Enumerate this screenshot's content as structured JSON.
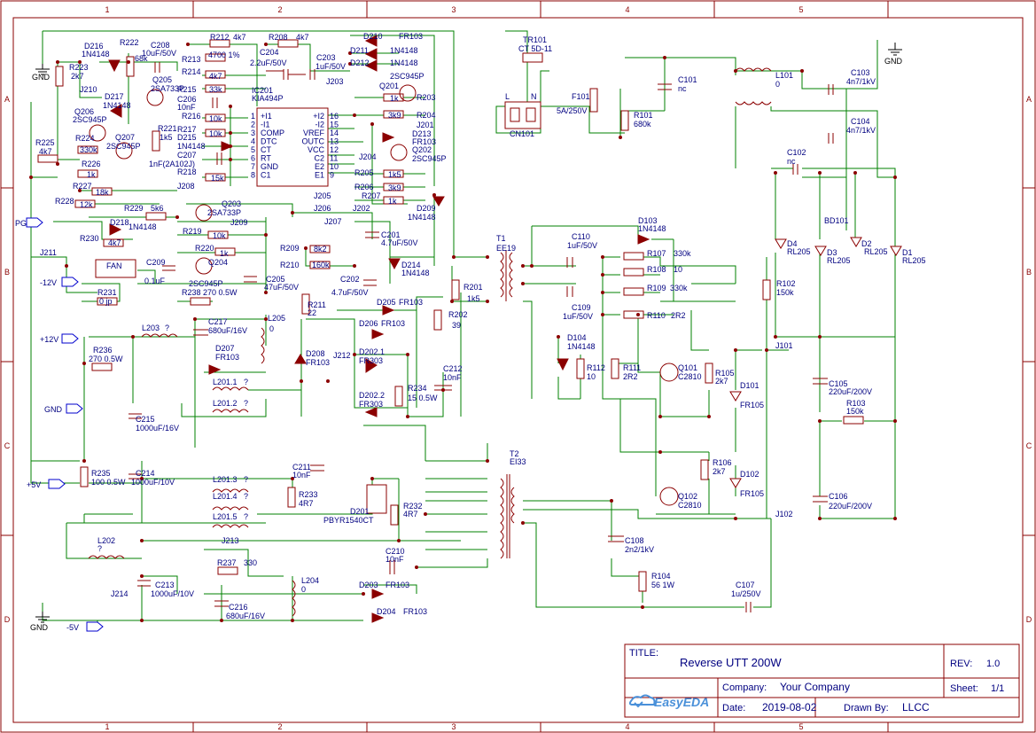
{
  "title_block": {
    "title_label": "TITLE:",
    "title": "Reverse UTT 200W",
    "rev_label": "REV:",
    "rev": "1.0",
    "company_label": "Company:",
    "company": "Your Company",
    "sheet_label": "Sheet:",
    "sheet": "1/1",
    "date_label": "Date:",
    "date": "2019-08-02",
    "drawn_label": "Drawn By:",
    "drawn_by": "LLCC",
    "logo_text": "EasyEDA"
  },
  "grid": {
    "cols": [
      "1",
      "2",
      "3",
      "4",
      "5"
    ],
    "rows": [
      "A",
      "B",
      "C",
      "D"
    ]
  },
  "ports": {
    "pg": "PG",
    "m12": "-12V",
    "p12": "+12V",
    "gnd": "GND",
    "p5": "+5V",
    "m5": "-5V",
    "gnd_top": "GND",
    "gnd_bottom": "GND",
    "gnd_right": "GND"
  },
  "ic": {
    "ref": "IC201",
    "part": "KIA494P",
    "pins_left": [
      "+I1",
      "-I1",
      "COMP",
      "DTC",
      "CT",
      "RT",
      "GND",
      "C1"
    ],
    "nums_left": [
      "1",
      "2",
      "3",
      "4",
      "5",
      "6",
      "7",
      "8"
    ],
    "pins_right": [
      "+I2",
      "-I2",
      "VREF",
      "OUTC",
      "VCC",
      "C2",
      "E2",
      "E1"
    ],
    "nums_right": [
      "16",
      "15",
      "14",
      "13",
      "12",
      "11",
      "10",
      "9"
    ]
  },
  "labels": [
    {
      "k": "d216",
      "text": "D216"
    },
    {
      "k": "d216v",
      "text": "1N4148"
    },
    {
      "k": "r222",
      "text": "R222"
    },
    {
      "k": "r222v",
      "text": "68k"
    },
    {
      "k": "c208",
      "text": "C208"
    },
    {
      "k": "c208v",
      "text": "10uF/50V"
    },
    {
      "k": "r212",
      "text": "R212"
    },
    {
      "k": "r212v",
      "text": "4k7"
    },
    {
      "k": "r208",
      "text": "R208"
    },
    {
      "k": "r208v",
      "text": "4k7"
    },
    {
      "k": "d210",
      "text": "D210"
    },
    {
      "k": "d210v",
      "text": "FR103"
    },
    {
      "k": "r213",
      "text": "R213"
    },
    {
      "k": "r213v",
      "text": "4700 1%"
    },
    {
      "k": "c204",
      "text": "C204"
    },
    {
      "k": "c204v",
      "text": "2.2uF/50V"
    },
    {
      "k": "c203",
      "text": "C203"
    },
    {
      "k": "c203v",
      "text": "1uF/50V"
    },
    {
      "k": "d211",
      "text": "D211"
    },
    {
      "k": "d211v",
      "text": "1N4148"
    },
    {
      "k": "d212",
      "text": "D212"
    },
    {
      "k": "d212v",
      "text": "1N4148"
    },
    {
      "k": "r223",
      "text": "R223"
    },
    {
      "k": "r223v",
      "text": "2k7"
    },
    {
      "k": "r214",
      "text": "R214"
    },
    {
      "k": "r214v",
      "text": "4k7"
    },
    {
      "k": "j210",
      "text": "J210"
    },
    {
      "k": "q205",
      "text": "Q205"
    },
    {
      "k": "q205v",
      "text": "2SA733P"
    },
    {
      "k": "r215",
      "text": "R215"
    },
    {
      "k": "r215v",
      "text": "33k"
    },
    {
      "k": "j203",
      "text": "J203"
    },
    {
      "k": "q201",
      "text": "Q201"
    },
    {
      "k": "q201v",
      "text": "2SC945P"
    },
    {
      "k": "r203",
      "text": "R203"
    },
    {
      "k": "r203v",
      "text": "1k"
    },
    {
      "k": "d217",
      "text": "D217"
    },
    {
      "k": "d217v",
      "text": "1N4148"
    },
    {
      "k": "c206",
      "text": "C206"
    },
    {
      "k": "c206v",
      "text": "10nF"
    },
    {
      "k": "r216",
      "text": "R216"
    },
    {
      "k": "r216v",
      "text": "10k"
    },
    {
      "k": "r204",
      "text": "R204"
    },
    {
      "k": "r204v",
      "text": "3k9"
    },
    {
      "k": "q206",
      "text": "Q206"
    },
    {
      "k": "q206v",
      "text": "2SC945P"
    },
    {
      "k": "j201",
      "text": "J201"
    },
    {
      "k": "r221",
      "text": "R221"
    },
    {
      "k": "r221v",
      "text": "1k5"
    },
    {
      "k": "r217",
      "text": "R217"
    },
    {
      "k": "r217v",
      "text": "10k"
    },
    {
      "k": "d213",
      "text": "D213"
    },
    {
      "k": "d213v",
      "text": "FR103"
    },
    {
      "k": "r224",
      "text": "R224"
    },
    {
      "k": "r224v",
      "text": "330k"
    },
    {
      "k": "q207",
      "text": "Q207"
    },
    {
      "k": "q207v",
      "text": "2SC945P"
    },
    {
      "k": "d215",
      "text": "D215"
    },
    {
      "k": "d215v",
      "text": "1N4148"
    },
    {
      "k": "r225",
      "text": "R225"
    },
    {
      "k": "r225v",
      "text": "4k7"
    },
    {
      "k": "c207",
      "text": "C207"
    },
    {
      "k": "c207v",
      "text": "1nF(2A102J)"
    },
    {
      "k": "j204",
      "text": "J204"
    },
    {
      "k": "q202",
      "text": "Q202"
    },
    {
      "k": "q202v",
      "text": "2SC945P"
    },
    {
      "k": "r226",
      "text": "R226"
    },
    {
      "k": "r226v",
      "text": "1k"
    },
    {
      "k": "r218",
      "text": "R218"
    },
    {
      "k": "r218v",
      "text": "15k"
    },
    {
      "k": "r205",
      "text": "R205"
    },
    {
      "k": "r205v",
      "text": "1k5"
    },
    {
      "k": "r206",
      "text": "R206"
    },
    {
      "k": "r206v",
      "text": "3k9"
    },
    {
      "k": "r227",
      "text": "R227"
    },
    {
      "k": "r227v",
      "text": "18k"
    },
    {
      "k": "j208",
      "text": "J208"
    },
    {
      "k": "j205",
      "text": "J205"
    },
    {
      "k": "r207",
      "text": "R207"
    },
    {
      "k": "r207v",
      "text": "1k"
    },
    {
      "k": "r228",
      "text": "R228"
    },
    {
      "k": "r228v",
      "text": "12k"
    },
    {
      "k": "q203",
      "text": "Q203"
    },
    {
      "k": "q203v",
      "text": "2SA733P"
    },
    {
      "k": "j206",
      "text": "J206"
    },
    {
      "k": "j202",
      "text": "J202"
    },
    {
      "k": "d209",
      "text": "D209"
    },
    {
      "k": "d209v",
      "text": "1N4148"
    },
    {
      "k": "r229",
      "text": "R229"
    },
    {
      "k": "r229v",
      "text": "5k6"
    },
    {
      "k": "d218",
      "text": "D218"
    },
    {
      "k": "d218v",
      "text": "1N4148"
    },
    {
      "k": "j209",
      "text": "J209"
    },
    {
      "k": "j207",
      "text": "J207"
    },
    {
      "k": "r219",
      "text": "R219"
    },
    {
      "k": "r219v",
      "text": "10k"
    },
    {
      "k": "r230",
      "text": "R230"
    },
    {
      "k": "r230v",
      "text": "4k7"
    },
    {
      "k": "c201",
      "text": "C201"
    },
    {
      "k": "c201v",
      "text": "4.7uF/50V"
    },
    {
      "k": "r209",
      "text": "R209"
    },
    {
      "k": "r209v",
      "text": "8k2"
    },
    {
      "k": "j211",
      "text": "J211"
    },
    {
      "k": "r220",
      "text": "R220"
    },
    {
      "k": "r220v",
      "text": "1k"
    },
    {
      "k": "fan",
      "text": "FAN"
    },
    {
      "k": "c209",
      "text": "C209"
    },
    {
      "k": "c209v",
      "text": "0.1uF"
    },
    {
      "k": "q204",
      "text": "Q204"
    },
    {
      "k": "q204v",
      "text": "2SC945P"
    },
    {
      "k": "r210",
      "text": "R210"
    },
    {
      "k": "r210v",
      "text": "160k"
    },
    {
      "k": "d214",
      "text": "D214"
    },
    {
      "k": "d214v",
      "text": "1N4148"
    },
    {
      "k": "c205",
      "text": "C205"
    },
    {
      "k": "c205v",
      "text": "47uF/50V"
    },
    {
      "k": "c202",
      "text": "C202"
    },
    {
      "k": "c202v",
      "text": "4.7uF/50V"
    },
    {
      "k": "r231",
      "text": "R231"
    },
    {
      "k": "r231v",
      "text": "0 jp"
    },
    {
      "k": "r238",
      "text": "R238 270 0.5W"
    },
    {
      "k": "r211",
      "text": "R211"
    },
    {
      "k": "r211v",
      "text": "22"
    },
    {
      "k": "d205",
      "text": "D205"
    },
    {
      "k": "d205v",
      "text": "FR103"
    },
    {
      "k": "r202",
      "text": "R202"
    },
    {
      "k": "r202v",
      "text": "39"
    },
    {
      "k": "r201",
      "text": "R201"
    },
    {
      "k": "r201v",
      "text": "1k5"
    },
    {
      "k": "l203",
      "text": "L203"
    },
    {
      "k": "l203v",
      "text": "?"
    },
    {
      "k": "c217",
      "text": "C217"
    },
    {
      "k": "c217v",
      "text": "680uF/16V"
    },
    {
      "k": "l205",
      "text": "L205"
    },
    {
      "k": "l205v",
      "text": "0"
    },
    {
      "k": "d206",
      "text": "D206"
    },
    {
      "k": "d206v",
      "text": "FR103"
    },
    {
      "k": "r236",
      "text": "R236"
    },
    {
      "k": "r236v",
      "text": "270 0.5W"
    },
    {
      "k": "d207",
      "text": "D207"
    },
    {
      "k": "d207v",
      "text": "FR103"
    },
    {
      "k": "d208",
      "text": "D208"
    },
    {
      "k": "d208v",
      "text": "FR103"
    },
    {
      "k": "j212",
      "text": "J212"
    },
    {
      "k": "d2021",
      "text": "D202.1"
    },
    {
      "k": "d2021v",
      "text": "FR303"
    },
    {
      "k": "c212",
      "text": "C212"
    },
    {
      "k": "c212v",
      "text": "10nF"
    },
    {
      "k": "l2011",
      "text": "L201.1"
    },
    {
      "k": "l2011v",
      "text": "?"
    },
    {
      "k": "r234",
      "text": "R234"
    },
    {
      "k": "r234v",
      "text": "15 0.5W"
    },
    {
      "k": "d2022",
      "text": "D202.2"
    },
    {
      "k": "d2022v",
      "text": "FR303"
    },
    {
      "k": "l2012",
      "text": "L201.2"
    },
    {
      "k": "l2012v",
      "text": "?"
    },
    {
      "k": "c215",
      "text": "C215"
    },
    {
      "k": "c215v",
      "text": "1000uF/16V"
    },
    {
      "k": "c211",
      "text": "C211"
    },
    {
      "k": "c211v",
      "text": "10nF"
    },
    {
      "k": "r235",
      "text": "R235"
    },
    {
      "k": "r235v",
      "text": "100 0.5W"
    },
    {
      "k": "c214",
      "text": "C214"
    },
    {
      "k": "c214v",
      "text": "1000uF/10V"
    },
    {
      "k": "l2013",
      "text": "L201.3"
    },
    {
      "k": "l2013v",
      "text": "?"
    },
    {
      "k": "r233",
      "text": "R233"
    },
    {
      "k": "r233v",
      "text": "4R7"
    },
    {
      "k": "d201",
      "text": "D201"
    },
    {
      "k": "d201v",
      "text": "PBYR1540CT"
    },
    {
      "k": "r232",
      "text": "R232"
    },
    {
      "k": "r232v",
      "text": "4R7"
    },
    {
      "k": "l2014",
      "text": "L201.4"
    },
    {
      "k": "l2014v",
      "text": "?"
    },
    {
      "k": "l2015",
      "text": "L201.5"
    },
    {
      "k": "l2015v",
      "text": "?"
    },
    {
      "k": "j213",
      "text": "J213"
    },
    {
      "k": "c210",
      "text": "C210"
    },
    {
      "k": "c210v",
      "text": "10nF"
    },
    {
      "k": "l202",
      "text": "L202"
    },
    {
      "k": "l202v",
      "text": "?"
    },
    {
      "k": "r237",
      "text": "R237"
    },
    {
      "k": "r237v",
      "text": "330"
    },
    {
      "k": "l204",
      "text": "L204"
    },
    {
      "k": "l204v",
      "text": "0"
    },
    {
      "k": "d203",
      "text": "D203"
    },
    {
      "k": "d203v",
      "text": "FR103"
    },
    {
      "k": "j214",
      "text": "J214"
    },
    {
      "k": "c213",
      "text": "C213"
    },
    {
      "k": "c213v",
      "text": "1000uF/10V"
    },
    {
      "k": "c216",
      "text": "C216"
    },
    {
      "k": "c216v",
      "text": "680uF/16V"
    },
    {
      "k": "d204",
      "text": "D204"
    },
    {
      "k": "d204v",
      "text": "FR103"
    },
    {
      "k": "t1",
      "text": "T1"
    },
    {
      "k": "t1v",
      "text": "EE19"
    },
    {
      "k": "t2",
      "text": "T2"
    },
    {
      "k": "t2v",
      "text": "EI33"
    },
    {
      "k": "tr101",
      "text": "TR101"
    },
    {
      "k": "tr101v",
      "text": "CT 5D-11"
    },
    {
      "k": "lbl_l",
      "text": "L"
    },
    {
      "k": "lbl_n",
      "text": "N"
    },
    {
      "k": "cn101",
      "text": "CN101"
    },
    {
      "k": "f101",
      "text": "F101"
    },
    {
      "k": "f101v",
      "text": "5A/250V"
    },
    {
      "k": "r101",
      "text": "R101"
    },
    {
      "k": "r101v",
      "text": "680k"
    },
    {
      "k": "c101",
      "text": "C101"
    },
    {
      "k": "c101v",
      "text": "nc"
    },
    {
      "k": "l101",
      "text": "L101"
    },
    {
      "k": "l101v",
      "text": "0"
    },
    {
      "k": "c103",
      "text": "C103"
    },
    {
      "k": "c103v",
      "text": "4n7/1kV"
    },
    {
      "k": "c104",
      "text": "C104"
    },
    {
      "k": "c104v",
      "text": "4n7/1kV"
    },
    {
      "k": "c102",
      "text": "C102"
    },
    {
      "k": "c102v",
      "text": "nc"
    },
    {
      "k": "bd101",
      "text": "BD101"
    },
    {
      "k": "d4",
      "text": "D4"
    },
    {
      "k": "d4v",
      "text": "RL205"
    },
    {
      "k": "d3",
      "text": "D3"
    },
    {
      "k": "d3v",
      "text": "RL205"
    },
    {
      "k": "d2",
      "text": "D2"
    },
    {
      "k": "d2v",
      "text": "RL205"
    },
    {
      "k": "d1",
      "text": "D1"
    },
    {
      "k": "d1v",
      "text": "RL205"
    },
    {
      "k": "d103",
      "text": "D103"
    },
    {
      "k": "d103v",
      "text": "1N4148"
    },
    {
      "k": "c110",
      "text": "C110"
    },
    {
      "k": "c110v",
      "text": "1uF/50V"
    },
    {
      "k": "r107",
      "text": "R107"
    },
    {
      "k": "r107v",
      "text": "330k"
    },
    {
      "k": "r108",
      "text": "R108"
    },
    {
      "k": "r108v",
      "text": "10"
    },
    {
      "k": "r109",
      "text": "R109"
    },
    {
      "k": "r109v",
      "text": "330k"
    },
    {
      "k": "c109",
      "text": "C109"
    },
    {
      "k": "c109v",
      "text": "1uF/50V"
    },
    {
      "k": "r110",
      "text": "R110"
    },
    {
      "k": "r110v",
      "text": "2R2"
    },
    {
      "k": "r102",
      "text": "R102"
    },
    {
      "k": "r102v",
      "text": "150k"
    },
    {
      "k": "d104",
      "text": "D104"
    },
    {
      "k": "d104v",
      "text": "1N4148"
    },
    {
      "k": "j101",
      "text": "J101"
    },
    {
      "k": "r112",
      "text": "R112"
    },
    {
      "k": "r112v",
      "text": "10"
    },
    {
      "k": "r111",
      "text": "R111"
    },
    {
      "k": "r111v",
      "text": "2R2"
    },
    {
      "k": "q101",
      "text": "Q101"
    },
    {
      "k": "q101v",
      "text": "C2810"
    },
    {
      "k": "r105",
      "text": "R105"
    },
    {
      "k": "r105v",
      "text": "2k7"
    },
    {
      "k": "d101",
      "text": "D101"
    },
    {
      "k": "d101v",
      "text": "FR105"
    },
    {
      "k": "c105",
      "text": "C105"
    },
    {
      "k": "c105v",
      "text": "220uF/200V"
    },
    {
      "k": "r103",
      "text": "R103"
    },
    {
      "k": "r103v",
      "text": "150k"
    },
    {
      "k": "r106",
      "text": "R106"
    },
    {
      "k": "r106v",
      "text": "2k7"
    },
    {
      "k": "d102",
      "text": "D102"
    },
    {
      "k": "d102v",
      "text": "FR105"
    },
    {
      "k": "q102",
      "text": "Q102"
    },
    {
      "k": "q102v",
      "text": "C2810"
    },
    {
      "k": "c106",
      "text": "C106"
    },
    {
      "k": "c106v",
      "text": "220uF/200V"
    },
    {
      "k": "j102",
      "text": "J102"
    },
    {
      "k": "c108",
      "text": "C108"
    },
    {
      "k": "c108v",
      "text": "2n2/1kV"
    },
    {
      "k": "r104",
      "text": "R104"
    },
    {
      "k": "r104v",
      "text": "56 1W"
    },
    {
      "k": "c107",
      "text": "C107"
    },
    {
      "k": "c107v",
      "text": "1u/250V"
    }
  ]
}
